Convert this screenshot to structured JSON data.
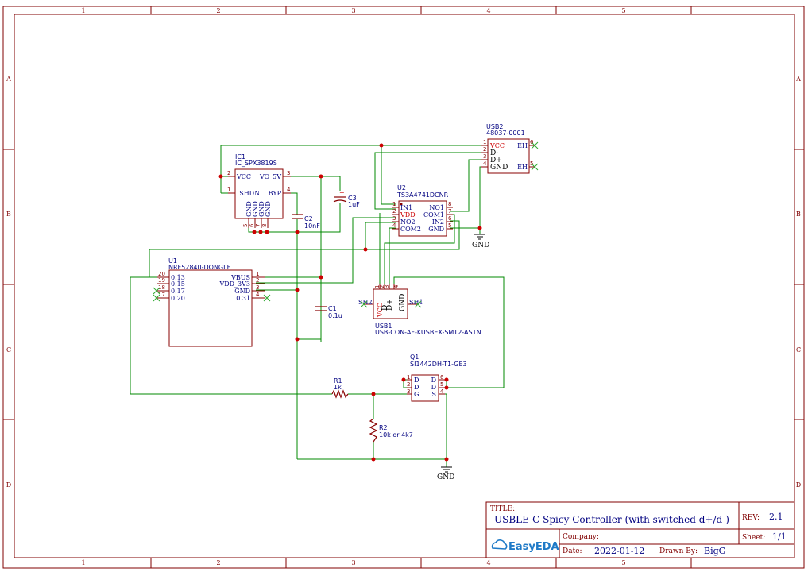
{
  "frame": {
    "columns": [
      "1",
      "2",
      "3",
      "4",
      "5"
    ],
    "rows": [
      "A",
      "B",
      "C",
      "D"
    ]
  },
  "title_block": {
    "title_label": "TITLE:",
    "title_value": "USBLE-C Spicy Controller (with switched d+/d-)",
    "rev_label": "REV:",
    "rev_value": "2.1",
    "company_label": "Company:",
    "company_value": "",
    "sheet_label": "Sheet:",
    "sheet_value": "1/1",
    "date_label": "Date:",
    "date_value": "2022-01-12",
    "drawn_label": "Drawn By:",
    "drawn_value": "BigG",
    "logo_text": "EasyEDA"
  },
  "components": {
    "ic1": {
      "ref": "IC1",
      "value": "IC_SPX3819S",
      "pins": [
        "VCC",
        "VO_5V",
        "!SHDN",
        "BYP",
        "GND",
        "GND",
        "GND",
        "GND"
      ],
      "pin_numbers": [
        "2",
        "3",
        "1",
        "4",
        "5",
        "6",
        "7",
        "8"
      ]
    },
    "u1": {
      "ref": "U1",
      "value": "NRF52840-DONGLE",
      "pins_left": [
        "0.13",
        "0.15",
        "0.17",
        "0.20"
      ],
      "pin_numbers_left": [
        "20",
        "19",
        "18",
        "17"
      ],
      "pins_right": [
        "VBUS",
        "VDD_3V3",
        "GND",
        "0.31"
      ],
      "pin_numbers_right": [
        "1",
        "2",
        "3",
        "4"
      ]
    },
    "u2": {
      "ref": "U2",
      "value": "TS3A4741DCNR",
      "pins_left": [
        "IN1",
        "VDD",
        "NO2",
        "COM2"
      ],
      "pin_numbers_left": [
        "1",
        "2",
        "3",
        "4"
      ],
      "pins_right": [
        "NO1",
        "COM1",
        "IN2",
        "GND"
      ],
      "pin_numbers_right": [
        "8",
        "7",
        "6",
        "5"
      ]
    },
    "usb2": {
      "ref": "USB2",
      "value": "48037-0001",
      "pins": [
        "VCC",
        "D-",
        "D+",
        "GND"
      ],
      "pin_numbers": [
        "1",
        "2",
        "3",
        "4"
      ],
      "eh_labels": [
        "EH",
        "EH"
      ],
      "eh_numbers": [
        "6",
        "5"
      ]
    },
    "usb1": {
      "ref": "USB1",
      "value": "USB-CON-AF-KUSBEX-SMT2-AS1N",
      "pins": [
        "VCC",
        "D-",
        "D+",
        "GND"
      ],
      "pin_numbers": [
        "1",
        "2",
        "3",
        "4"
      ],
      "sh_left": "SH2",
      "sh_right": "SH1"
    },
    "q1": {
      "ref": "Q1",
      "value": "SI1442DH-T1-GE3",
      "pins_left": [
        "D",
        "D",
        "G"
      ],
      "pin_numbers_left": [
        "1",
        "2",
        "3"
      ],
      "pins_right": [
        "D",
        "D",
        "S"
      ],
      "pin_numbers_right": [
        "6",
        "5",
        "4"
      ]
    },
    "c1": {
      "ref": "C1",
      "value": "0.1u"
    },
    "c2": {
      "ref": "C2",
      "value": "10nF"
    },
    "c3": {
      "ref": "C3",
      "value": "1uF",
      "polarity": "+"
    },
    "r1": {
      "ref": "R1",
      "value": "1k"
    },
    "r2": {
      "ref": "R2",
      "value": "10k or 4k7"
    }
  },
  "power": {
    "gnd1": "GND",
    "gnd2": "GND"
  },
  "colors": {
    "frame": "#800000",
    "wire": "#008800",
    "part": "#880000",
    "text": "#000080",
    "pin_red": "#cc0000",
    "junction": "#cc0000"
  }
}
